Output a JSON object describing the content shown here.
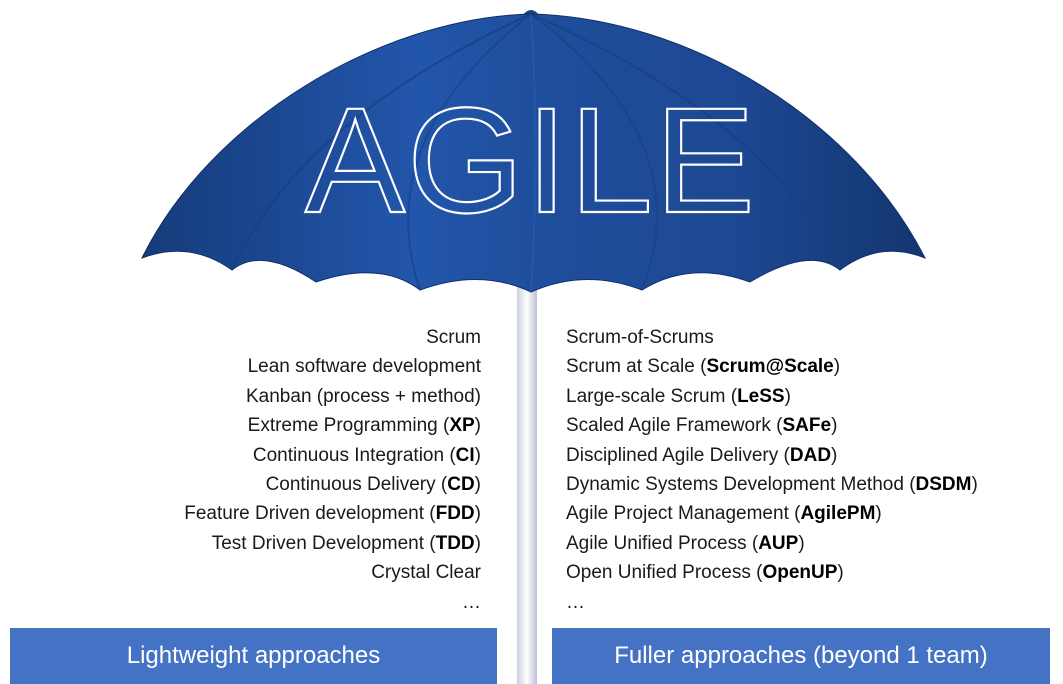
{
  "umbrella": {
    "title": "AGILE",
    "canopy_color": "#1f4e9c",
    "canopy_dark": "#163b7a",
    "shaft_color": "#e8ecf3"
  },
  "lightweight": {
    "label": "Lightweight approaches",
    "items": [
      {
        "text": "Scrum",
        "abbr": ""
      },
      {
        "text": "Lean software development",
        "abbr": ""
      },
      {
        "text": "Kanban (process + method)",
        "abbr": ""
      },
      {
        "text": "Extreme Programming",
        "abbr": "XP"
      },
      {
        "text": "Continuous Integration",
        "abbr": "CI"
      },
      {
        "text": "Continuous Delivery",
        "abbr": "CD"
      },
      {
        "text": "Feature Driven development",
        "abbr": "FDD"
      },
      {
        "text": "Test Driven Development",
        "abbr": "TDD"
      },
      {
        "text": "Crystal Clear",
        "abbr": ""
      },
      {
        "text": "…",
        "abbr": ""
      }
    ]
  },
  "fuller": {
    "label": "Fuller approaches (beyond 1 team)",
    "items": [
      {
        "text": "Scrum-of-Scrums",
        "abbr": ""
      },
      {
        "text": "Scrum at Scale",
        "abbr": "Scrum@Scale"
      },
      {
        "text": "Large-scale Scrum",
        "abbr": "LeSS"
      },
      {
        "text": "Scaled Agile Framework",
        "abbr": "SAFe"
      },
      {
        "text": "Disciplined Agile Delivery",
        "abbr": "DAD"
      },
      {
        "text": "Dynamic Systems Development Method",
        "abbr": "DSDM"
      },
      {
        "text": "Agile Project Management",
        "abbr": "AgilePM"
      },
      {
        "text": "Agile Unified Process",
        "abbr": "AUP"
      },
      {
        "text": "Open Unified Process",
        "abbr": "OpenUP"
      },
      {
        "text": "…",
        "abbr": ""
      }
    ]
  },
  "box_color": "#4472c4"
}
